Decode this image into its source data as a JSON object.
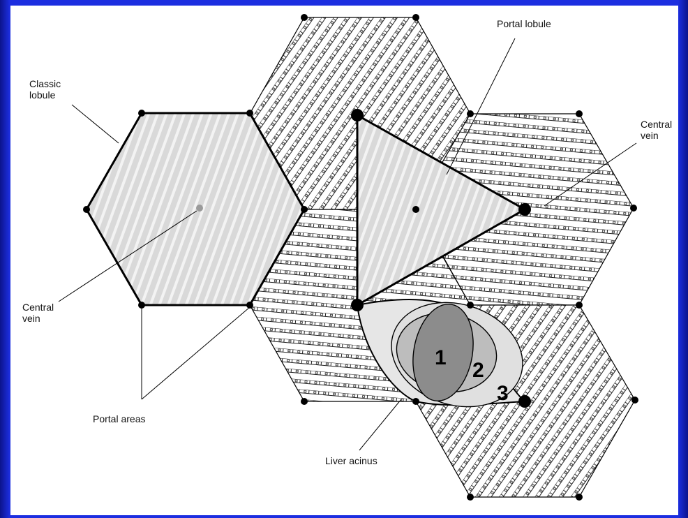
{
  "labels": {
    "classic_lobule_1": "Classic",
    "classic_lobule_2": "lobule",
    "portal_lobule": "Portal lobule",
    "central_vein_right_1": "Central",
    "central_vein_right_2": "vein",
    "central_vein_left_1": "Central",
    "central_vein_left_2": "vein",
    "portal_areas": "Portal areas",
    "liver_acinus": "Liver acinus"
  },
  "zones": [
    "1",
    "2",
    "3"
  ],
  "colors": {
    "background": "#1c2ee0",
    "panel": "#ffffff",
    "lobule_fill": "#d8d8d8",
    "stroke": "#000000",
    "zone1_fill": "#8c8c8c",
    "zone2_fill": "#bdbdbd",
    "zone3_fill": "#e2e2e2"
  }
}
